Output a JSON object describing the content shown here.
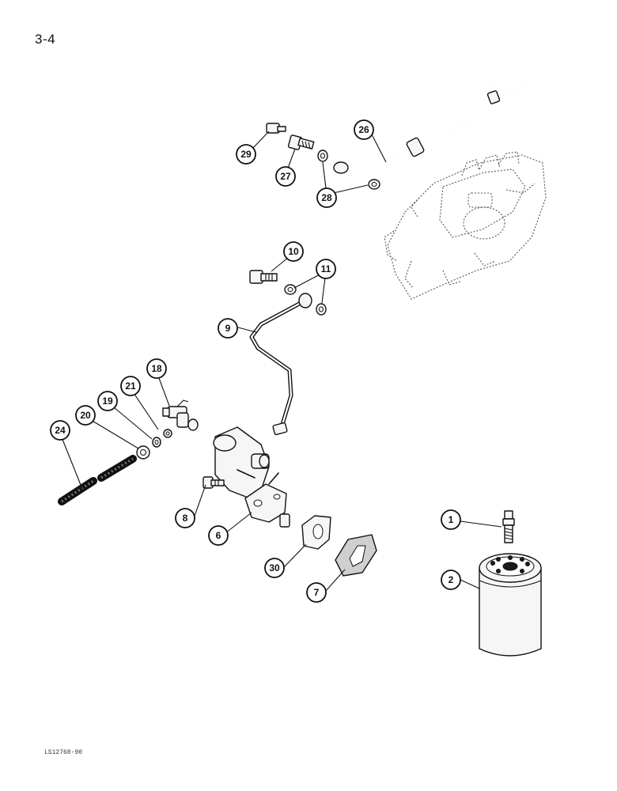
{
  "page": {
    "number": "3-4",
    "reference": "LS12768-90"
  },
  "diagram": {
    "title": "",
    "callouts": [
      {
        "id": "c1",
        "label": "1",
        "part": "filter-adapter-fitting"
      },
      {
        "id": "c2",
        "label": "2",
        "part": "fuel-filter"
      },
      {
        "id": "c6",
        "label": "6",
        "part": "fuel-lift-pump"
      },
      {
        "id": "c7",
        "label": "7",
        "part": "pump-gasket"
      },
      {
        "id": "c8",
        "label": "8",
        "part": "pump-mounting-bolt"
      },
      {
        "id": "c9",
        "label": "9",
        "part": "fuel-line"
      },
      {
        "id": "c10",
        "label": "10",
        "part": "banjo-bolt"
      },
      {
        "id": "c11",
        "label": "11",
        "part": "sealing-washers"
      },
      {
        "id": "c18",
        "label": "18",
        "part": "drain-valve"
      },
      {
        "id": "c19",
        "label": "19",
        "part": "washer"
      },
      {
        "id": "c20",
        "label": "20",
        "part": "nut"
      },
      {
        "id": "c21",
        "label": "21",
        "part": "olive"
      },
      {
        "id": "c24",
        "label": "24",
        "part": "hose"
      },
      {
        "id": "c26",
        "label": "26",
        "part": "injection-pump-fuel-line"
      },
      {
        "id": "c27",
        "label": "27",
        "part": "banjo-bolt"
      },
      {
        "id": "c28",
        "label": "28",
        "part": "sealing-washers"
      },
      {
        "id": "c29",
        "label": "29",
        "part": "bleed-screw"
      },
      {
        "id": "c30",
        "label": "30",
        "part": "spacer-plate"
      }
    ]
  }
}
